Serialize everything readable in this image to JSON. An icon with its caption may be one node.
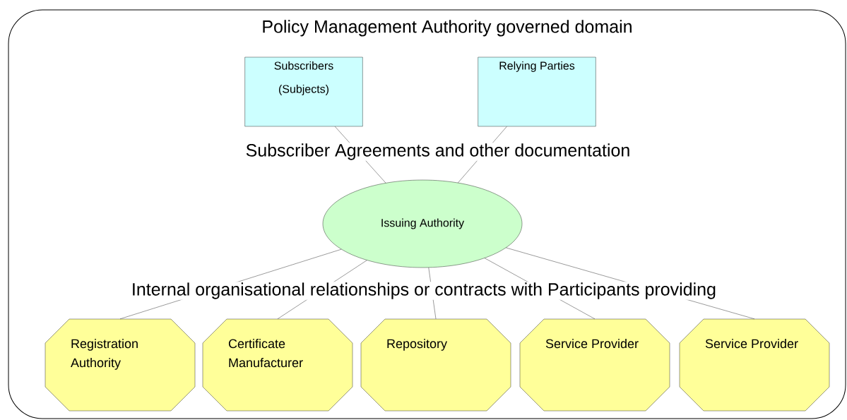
{
  "diagram": {
    "nodes": [
      {
        "text": [
          "Policy Management Authority governed domain"
        ]
      },
      {
        "text": [
          "Subscribers (Subjects)"
        ],
        "in": 0
      },
      {
        "text": [
          "Relying Parties"
        ],
        "in": 0
      },
      {
        "text": [
          "Issuing Authority"
        ],
        "in": 0
      },
      {
        "text": [
          "Registration Authority"
        ],
        "in": 0
      },
      {
        "text": [
          "Certificate Manufacturer"
        ],
        "in": 0
      },
      {
        "text": [
          "Repository"
        ],
        "in": 0
      },
      {
        "text": [
          "Service Provider"
        ],
        "in": 0
      },
      {
        "text": [
          "Service Provider"
        ],
        "in": 0
      }
    ],
    "edges": [
      {
        "from": 1,
        "to": 3,
        "arrow": "none"
      },
      {
        "from": 2,
        "to": 3,
        "arrow": "none"
      },
      {
        "from": 3,
        "to": 4,
        "arrow": "none"
      },
      {
        "from": 3,
        "to": 5,
        "arrow": "none"
      },
      {
        "from": 3,
        "to": 6,
        "arrow": "none"
      },
      {
        "from": 3,
        "to": 7,
        "arrow": "none"
      },
      {
        "from": 3,
        "to": 8,
        "arrow": "none"
      }
    ],
    "labels": [
      "Subscriber Agreements and other documentation",
      "Internal organisational relationships or contracts with Participants providing"
    ]
  }
}
